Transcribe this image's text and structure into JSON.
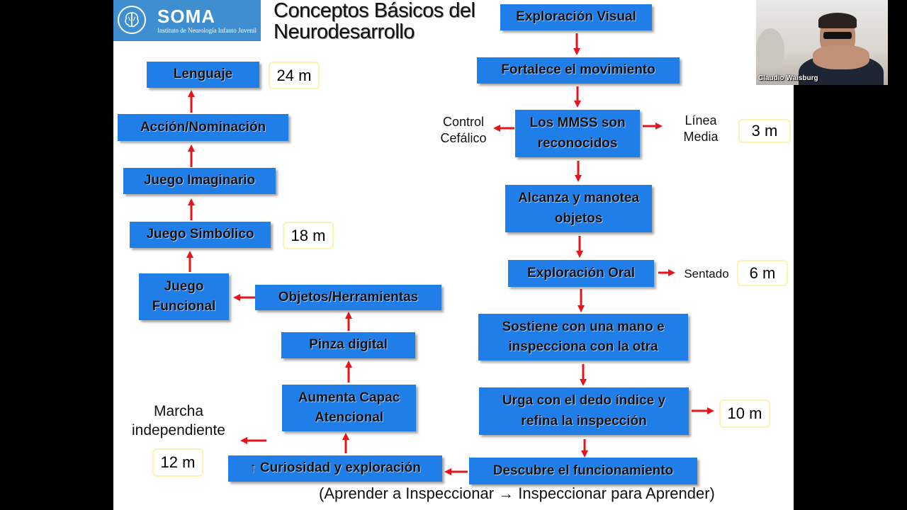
{
  "logo": {
    "name": "SOMA",
    "subtitle": "Instituto de Neurología Infanto Juvenil"
  },
  "title": {
    "line1": "Conceptos Básicos del",
    "line2": "Neurodesarrollo"
  },
  "right_column": {
    "exploracion_visual": "Exploración Visual",
    "fortalece": "Fortalece el movimiento",
    "mmss_line1": "Los MMSS son",
    "mmss_line2": "reconocidos",
    "alcanza_line1": "Alcanza y manotea",
    "alcanza_line2": "objetos",
    "exploracion_oral": "Exploración Oral",
    "sostiene_line1": "Sostiene con una mano e",
    "sostiene_line2": "inspecciona con la otra",
    "urga_line1": "Urga con el dedo índice y",
    "urga_line2": "refina la inspección",
    "descubre": "Descubre el funcionamiento"
  },
  "left_column": {
    "lenguaje": "Lenguaje",
    "accion": "Acción/Nominación",
    "juego_imaginario": "Juego Imaginario",
    "juego_simbolico": "Juego Simbólico",
    "juego_funcional_line1": "Juego",
    "juego_funcional_line2": "Funcional",
    "objetos": "Objetos/Herramientas",
    "pinza": "Pinza digital",
    "aumenta_line1": "Aumenta Capac",
    "aumenta_line2": "Atencional",
    "curiosidad": "↑ Curiosidad y exploración"
  },
  "side_labels": {
    "control_line1": "Control",
    "control_line2": "Cefálico",
    "linea_line1": "Línea",
    "linea_line2": "Media",
    "sentado": "Sentado",
    "marcha_line1": "Marcha",
    "marcha_line2": "independiente"
  },
  "ages": {
    "m24": "24 m",
    "m18": "18 m",
    "m3": "3 m",
    "m6": "6 m",
    "m10": "10 m",
    "m12": "12 m"
  },
  "footer": "(Aprender a Inspeccionar → Inspeccionar para Aprender)",
  "video": {
    "participant_name": "Claudio Waisburg"
  },
  "colors": {
    "box": "#1f7ee8",
    "arrow": "#e8141b",
    "age_border": "#fbf3b4",
    "logo_bg": "#3f8fd0"
  }
}
